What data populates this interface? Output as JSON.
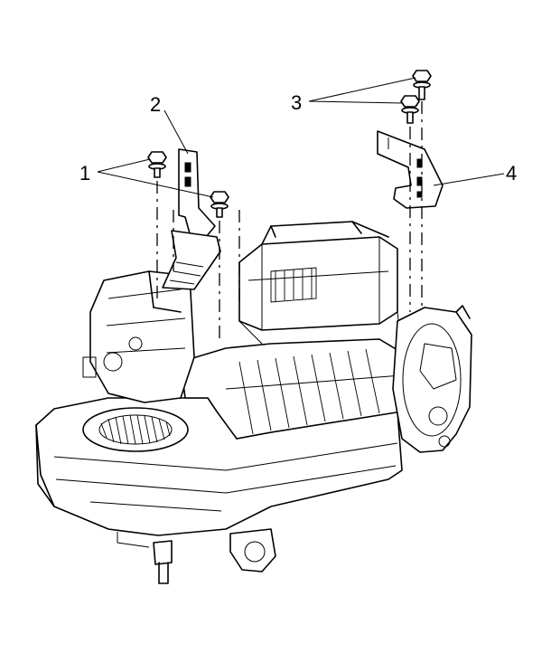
{
  "callouts": {
    "c1": "1",
    "c2": "2",
    "c3": "3",
    "c4": "4"
  },
  "parts": {
    "bolts_1": "bolt-icon",
    "bracket_2": "bracket-icon",
    "bolts_3": "bolt-icon",
    "bracket_4": "bracket-icon",
    "assembly": "hvac-module-assembly"
  }
}
